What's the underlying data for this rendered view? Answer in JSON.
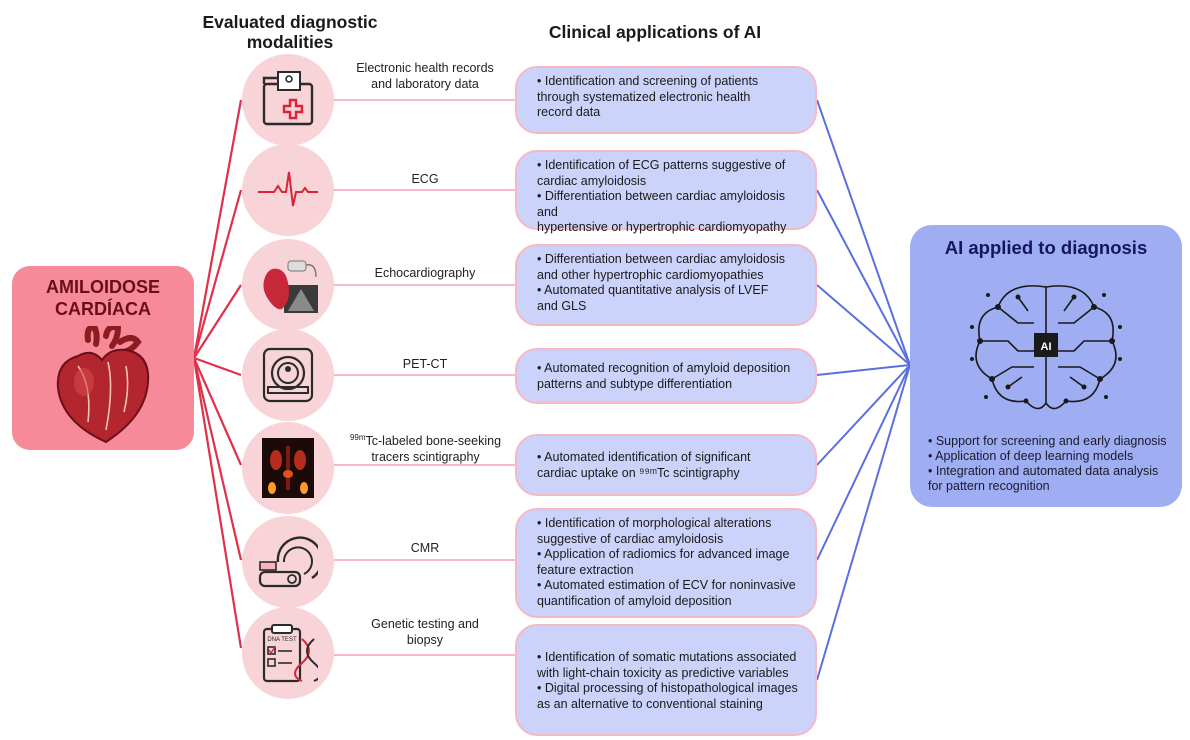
{
  "headers": {
    "modalities": "Evaluated diagnostic modalities",
    "applications": "Clinical applications of AI"
  },
  "disease": {
    "line1": "AMILOIDOSE",
    "line2": "CARDÍACA"
  },
  "modalities": [
    {
      "icon": "health-records-icon",
      "label1": "Electronic health records",
      "label2": "and laboratory data"
    },
    {
      "icon": "ecg-waveform-icon",
      "label1": "ECG",
      "label2": ""
    },
    {
      "icon": "echocardiography-icon",
      "label1": "Echocardiography",
      "label2": ""
    },
    {
      "icon": "pet-ct-scanner-icon",
      "label1": "PET-CT",
      "label2": ""
    },
    {
      "icon": "scintigraphy-image-icon",
      "label1_sup": "99m",
      "label1": "Tc-labeled bone-seeking",
      "label2": "tracers scintigraphy"
    },
    {
      "icon": "mri-scanner-icon",
      "label1": "CMR",
      "label2": ""
    },
    {
      "icon": "dna-test-clipboard-icon",
      "label1": "Genetic testing and",
      "label2": "biopsy"
    }
  ],
  "applications": [
    {
      "lines": [
        "• Identification and screening of patients",
        "through systematized electronic health",
        "record data"
      ]
    },
    {
      "lines": [
        "• Identification of ECG patterns suggestive of",
        "cardiac amyloidosis",
        "• Differentiation between cardiac amyloidosis and",
        "hypertensive or hypertrophic cardiomyopathy"
      ]
    },
    {
      "lines": [
        "• Differentiation between cardiac amyloidosis",
        "and other hypertrophic cardiomyopathies",
        "• Automated quantitative analysis of LVEF",
        "and GLS"
      ]
    },
    {
      "lines": [
        "• Automated recognition of amyloid deposition",
        "patterns and subtype differentiation"
      ]
    },
    {
      "lines": [
        "• Automated identification of significant",
        "cardiac uptake on ⁹⁹ᵐTc scintigraphy"
      ]
    },
    {
      "lines": [
        "• Identification of morphological alterations",
        "suggestive of cardiac amyloidosis",
        "• Application of radiomics for advanced image",
        "feature extraction",
        "• Automated estimation of ECV for noninvasive",
        "quantification of amyloid deposition"
      ]
    },
    {
      "lines": [
        "• Identification of somatic mutations associated",
        "with light-chain toxicity as predictive variables",
        "• Digital processing of histopathological images",
        "as an alternative to conventional staining"
      ]
    }
  ],
  "ai_panel": {
    "title": "AI applied to diagnosis",
    "chip_label": "AI",
    "bullets": [
      "• Support for screening and early diagnosis",
      "• Application of deep learning models",
      "• Integration and automated data analysis",
      "for pattern recognition"
    ]
  },
  "colors": {
    "disease_bg": "#f78a99",
    "circle_bg": "#f8d3d7",
    "box_bg": "#ccd3fb",
    "box_border": "#f7b8c4",
    "ai_bg": "#9fadf3",
    "red_line": "#e0304a",
    "pink_line": "#f2a3b0",
    "blue_line": "#5a6fe0"
  }
}
